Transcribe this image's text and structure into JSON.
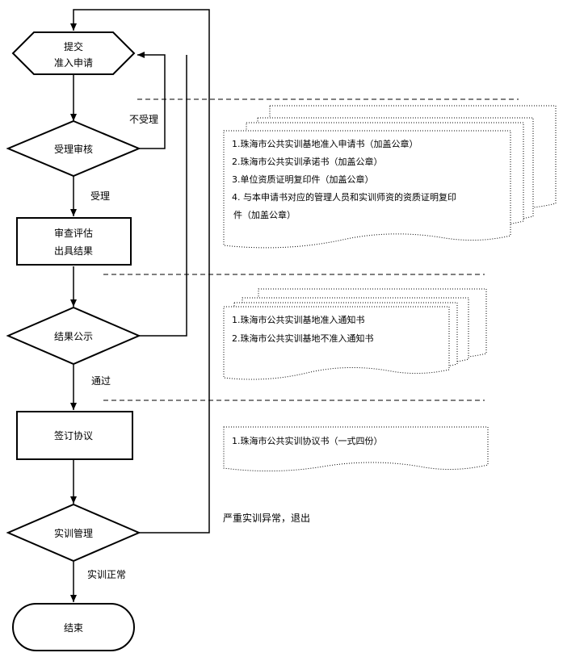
{
  "nodes": {
    "submit": {
      "line1": "提交",
      "line2": "准入申请"
    },
    "review": {
      "label": "受理审核"
    },
    "evaluate": {
      "line1": "审查评估",
      "line2": "出具结果"
    },
    "publicize": {
      "label": "结果公示"
    },
    "sign": {
      "label": "签订协议"
    },
    "manage": {
      "label": "实训管理"
    },
    "end": {
      "label": "结束"
    }
  },
  "edges": {
    "not_accepted": "不受理",
    "accepted": "受理",
    "passed": "通过",
    "normal": "实训正常",
    "abnormal_exit": "严重实训异常，退出"
  },
  "documents": {
    "group1": [
      "1.珠海市公共实训基地准入申请书（加盖公章）",
      "2.珠海市公共实训承诺书（加盖公章）",
      "3.单位资质证明复印件（加盖公章）",
      "4. 与本申请书对应的管理人员和实训师资的资质证明复印",
      "件（加盖公章）"
    ],
    "group2": [
      "1.珠海市公共实训基地准入通知书",
      "2.珠海市公共实训基地不准入通知书"
    ],
    "group3": [
      "1.珠海市公共实训协议书（一式四份）"
    ]
  }
}
